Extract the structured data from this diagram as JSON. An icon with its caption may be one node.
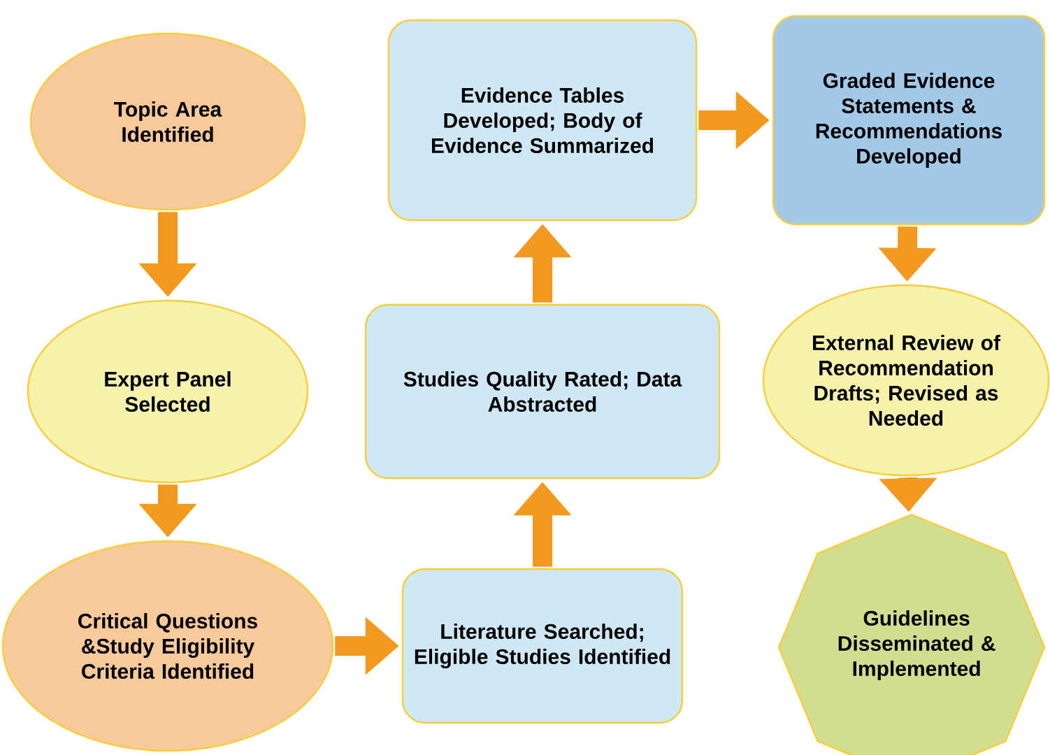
{
  "diagram": {
    "nodes": [
      {
        "text": [
          "Topic Area Identified"
        ]
      },
      {
        "text": [
          "Expert Panel Selected"
        ]
      },
      {
        "text": [
          "Critical Questions &Study Eligibility Criteria Identified"
        ]
      },
      {
        "text": [
          "Literature Searched; Eligible Studies Identified"
        ]
      },
      {
        "text": [
          "Studies Quality Rated; Data Abstracted"
        ]
      },
      {
        "text": [
          "Evidence Tables Developed; Body of Evidence Summarized"
        ]
      },
      {
        "text": [
          "Graded Evidence Statements & Recommendations Developed"
        ]
      },
      {
        "text": [
          "External Review of Recommendation Drafts; Revised as Needed"
        ]
      },
      {
        "text": [
          "Guidelines Disseminated & Implemented"
        ]
      }
    ],
    "edges": [
      {
        "from": 0,
        "to": 1,
        "arrow": "to"
      },
      {
        "from": 1,
        "to": 2,
        "arrow": "to"
      },
      {
        "from": 2,
        "to": 3,
        "arrow": "to"
      },
      {
        "from": 3,
        "to": 4,
        "arrow": "to"
      },
      {
        "from": 4,
        "to": 5,
        "arrow": "to"
      },
      {
        "from": 5,
        "to": 6,
        "arrow": "to"
      },
      {
        "from": 6,
        "to": 7,
        "arrow": "to"
      },
      {
        "from": 7,
        "to": 8,
        "arrow": "to"
      }
    ]
  }
}
